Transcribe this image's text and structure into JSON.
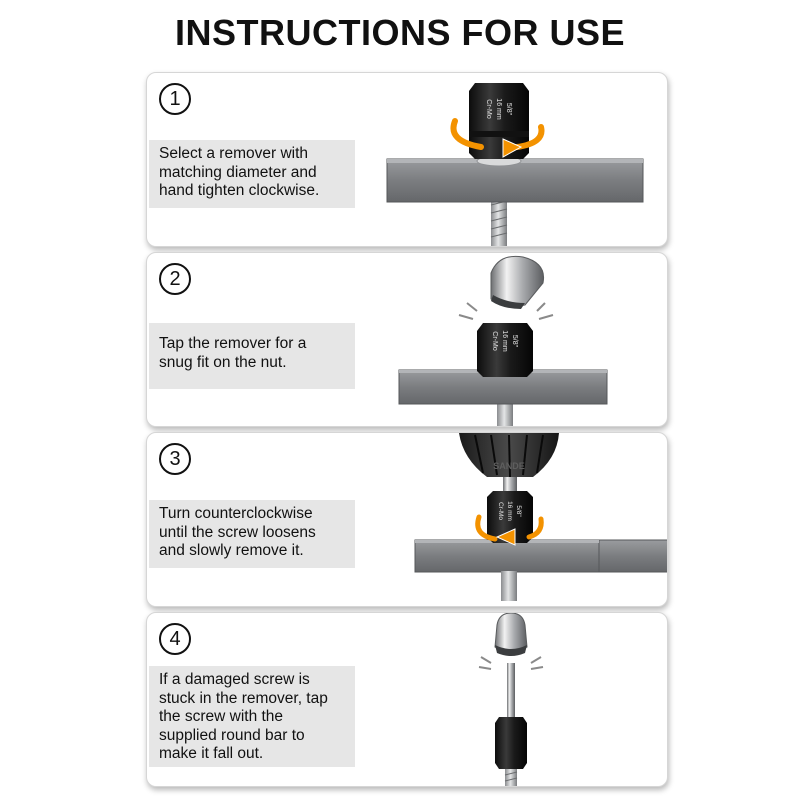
{
  "title": "INSTRUCTIONS FOR USE",
  "steps": [
    {
      "number": "1",
      "lines": [
        "Select a remover with",
        "matching diameter and",
        "hand tighten clockwise."
      ]
    },
    {
      "number": "2",
      "lines": [
        "Tap the remover for a",
        "snug fit on the nut."
      ]
    },
    {
      "number": "3",
      "lines": [
        "Turn counterclockwise",
        "until the screw loosens",
        "and slowly remove it."
      ]
    },
    {
      "number": "4",
      "lines": [
        "If a damaged screw is",
        "stuck in the remover, tap",
        "the screw with the",
        "supplied round bar to",
        "make it fall out."
      ]
    }
  ],
  "socket_marking": {
    "inch": "5/8\"",
    "mm": "16 mm",
    "material": "Cr-Mo"
  },
  "drill_brand": "SANDE",
  "colors": {
    "arrow": "#f39200",
    "text_box": "#e6e6e6",
    "steel_plate": "#7d7f82"
  }
}
